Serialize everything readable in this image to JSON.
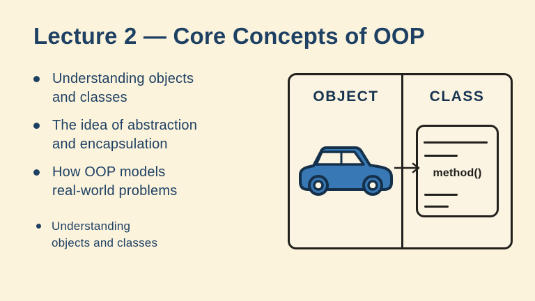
{
  "title": "Lecture 2 — Core Concepts of OOP",
  "bullets": [
    {
      "text": "Understanding objects\nand classes"
    },
    {
      "text": "The idea of abstraction\nand encapsulation"
    },
    {
      "text": "How OOP models\nreal-world problems"
    }
  ],
  "sub_bullet": {
    "text": "Understanding\nobjects and classes"
  },
  "diagram": {
    "object_label": "OBJECT",
    "class_label": "CLASS",
    "method_label": "method()"
  },
  "colors": {
    "background": "#fcf3dc",
    "heading_navy": "#1d4063",
    "label_navy": "#16334f",
    "outline_dark": "#21201d",
    "car_blue": "#3878b4",
    "car_outline": "#14304a"
  }
}
